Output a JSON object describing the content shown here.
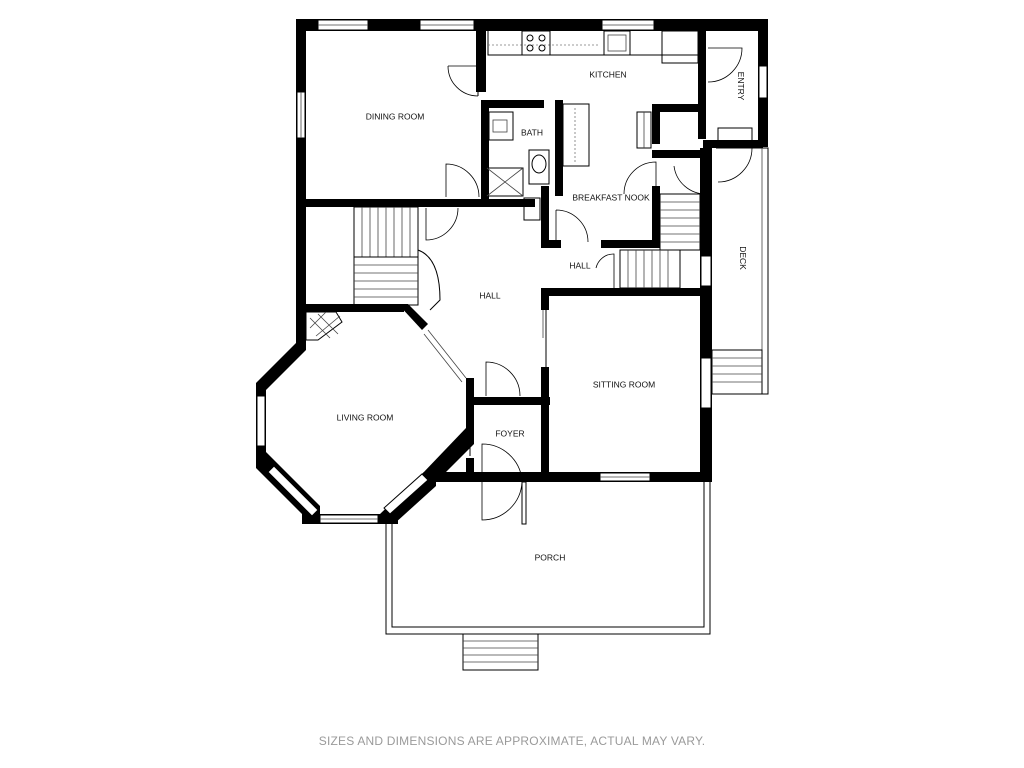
{
  "rooms": {
    "kitchen": "KITCHEN",
    "entry": "ENTRY",
    "dining_room": "DINING ROOM",
    "bath": "BATH",
    "breakfast_nook": "BREAKFAST NOOK",
    "deck": "DECK",
    "hall_upper": "HALL",
    "hall_main": "HALL",
    "sitting_room": "SITTING ROOM",
    "living_room": "LIVING ROOM",
    "foyer": "FOYER",
    "porch": "PORCH"
  },
  "disclaimer": "SIZES AND DIMENSIONS ARE APPROXIMATE, ACTUAL MAY VARY.",
  "colors": {
    "wall": "#000000",
    "background": "#ffffff",
    "disclaimer": "#9a9a9a"
  }
}
